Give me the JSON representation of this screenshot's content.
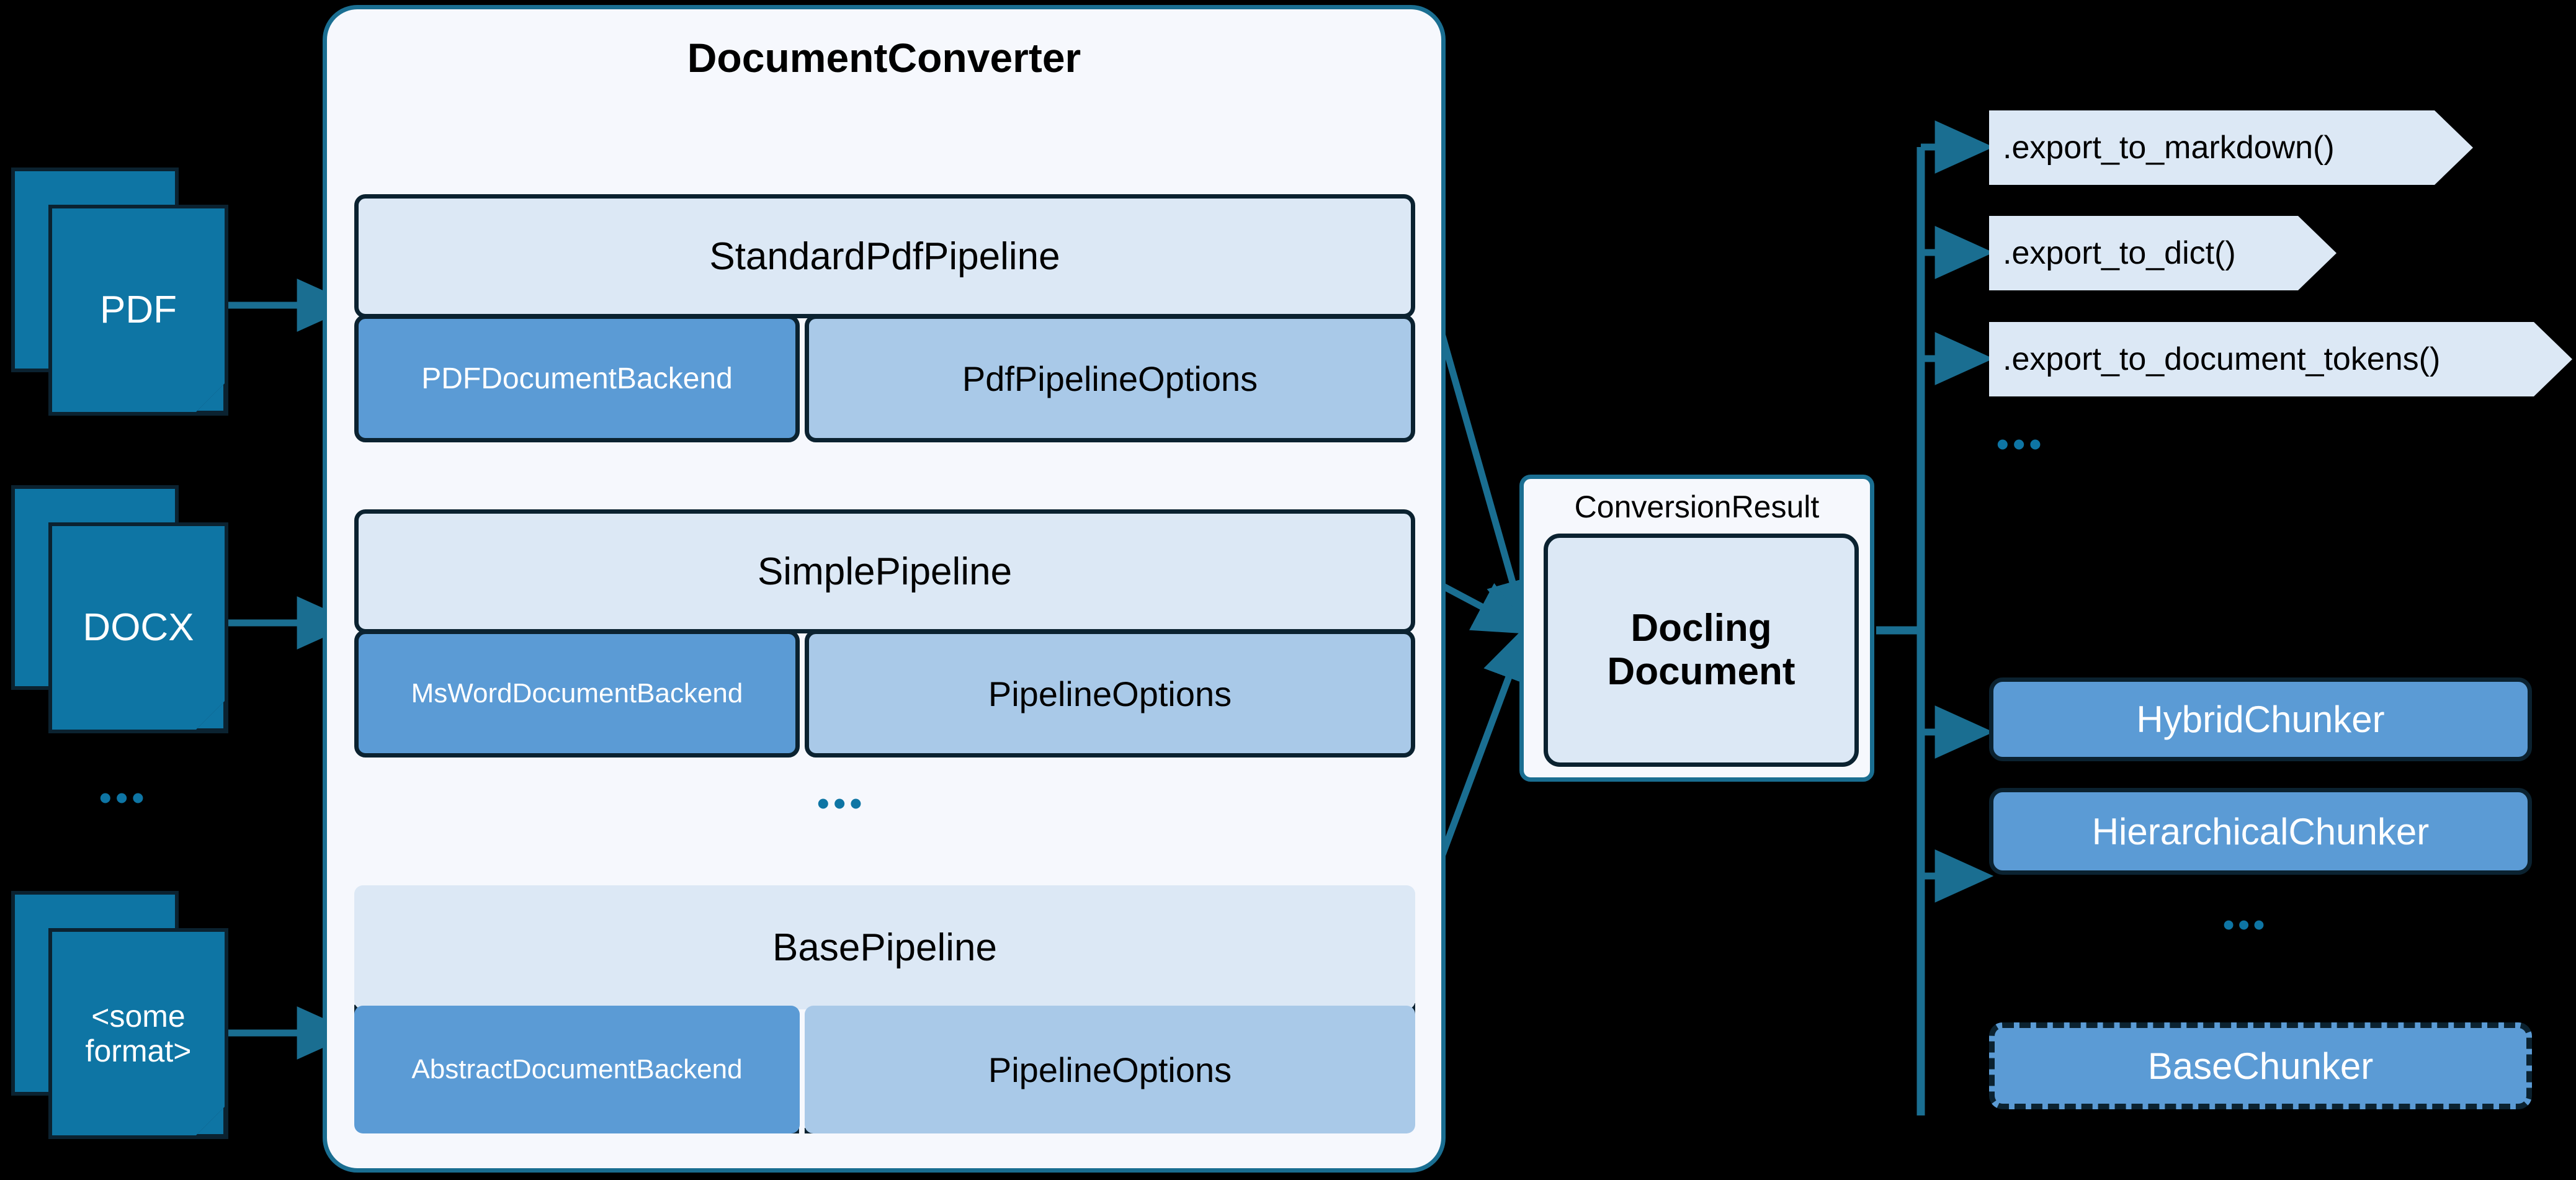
{
  "accent": {
    "teal": "#1a6e91",
    "doc_blue": "#0e75a4",
    "navy": "#0b2230",
    "pipeline_fill": "#dce8f5",
    "backend_fill": "#5b9bd5",
    "options_fill": "#a9c9e8",
    "panel_bg": "#f6f8fd",
    "canvas_bg": "#000000"
  },
  "inputs": {
    "ellipsis": "•••",
    "documents": [
      {
        "label": "PDF",
        "icon": "document-stack-icon"
      },
      {
        "label": "DOCX",
        "icon": "document-stack-icon"
      },
      {
        "label": "<some\nformat>",
        "line1": "<some",
        "line2": "format>",
        "icon": "document-stack-icon"
      }
    ]
  },
  "converter": {
    "title": "DocumentConverter",
    "ellipsis": "•••",
    "pipelines": [
      {
        "name": "StandardPdfPipeline",
        "abstract": false,
        "backend": "PDFDocumentBackend",
        "options": "PdfPipelineOptions"
      },
      {
        "name": "SimplePipeline",
        "abstract": false,
        "backend": "MsWordDocumentBackend",
        "options": "PipelineOptions"
      },
      {
        "name": "BasePipeline",
        "abstract": true,
        "backend": "AbstractDocumentBackend",
        "options": "PipelineOptions"
      }
    ]
  },
  "result": {
    "title": "ConversionResult",
    "document_line1": "Docling",
    "document_line2": "Document"
  },
  "exports": {
    "ellipsis": "•••",
    "methods": [
      ".export_to_markdown()",
      ".export_to_dict()",
      ".export_to_document_tokens()"
    ]
  },
  "chunkers": {
    "ellipsis": "•••",
    "items": [
      {
        "label": "HybridChunker",
        "abstract": false
      },
      {
        "label": "HierarchicalChunker",
        "abstract": false
      },
      {
        "label": "BaseChunker",
        "abstract": true
      }
    ]
  }
}
